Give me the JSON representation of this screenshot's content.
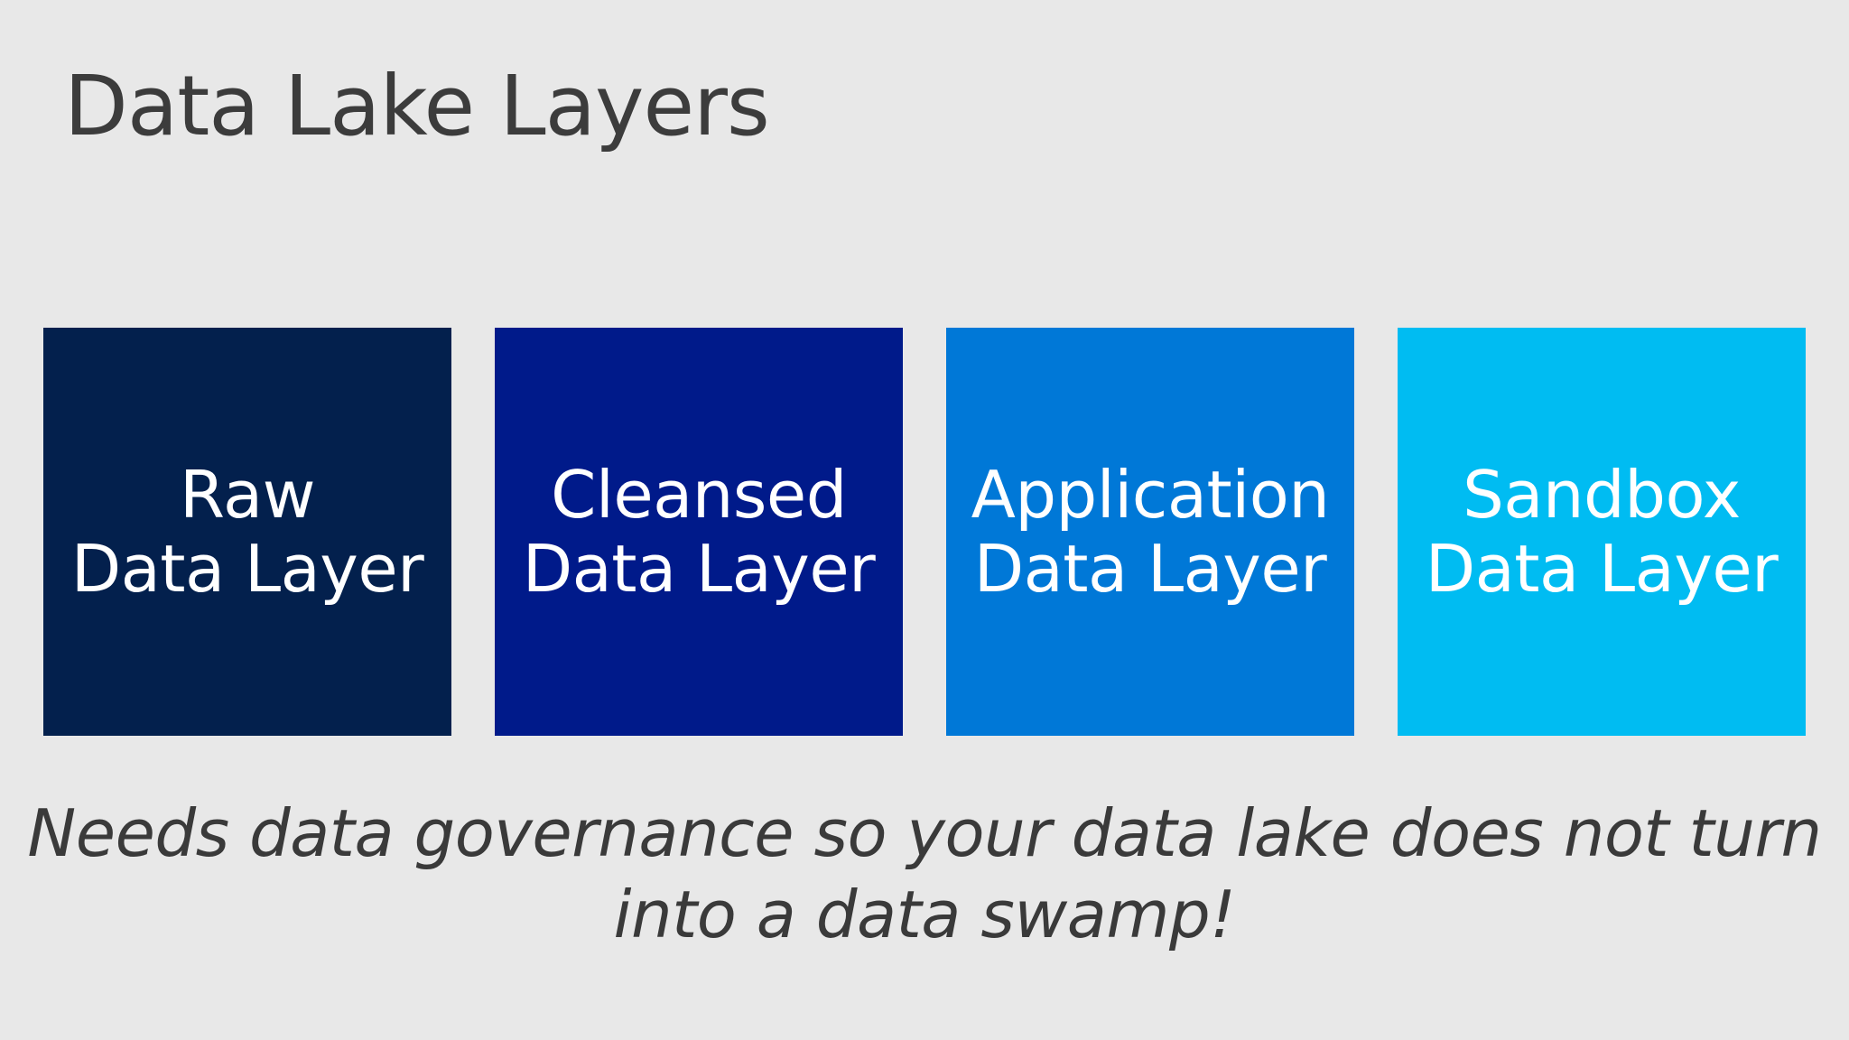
{
  "slide": {
    "title": "Data Lake Layers"
  },
  "layers": [
    {
      "line1": "Raw",
      "line2": "Data Layer",
      "color": "#03204d"
    },
    {
      "line1": "Cleansed",
      "line2": "Data Layer",
      "color": "#001a8a"
    },
    {
      "line1": "Application",
      "line2": "Data Layer",
      "color": "#0078d7"
    },
    {
      "line1": "Sandbox",
      "line2": "Data Layer",
      "color": "#00bcf2"
    }
  ],
  "caption": {
    "line1": "Needs data governance so your data lake does not turn",
    "line2": "into a data swamp!"
  },
  "colors": {
    "background": "#e8e8e8",
    "text": "#3c3c3c"
  }
}
